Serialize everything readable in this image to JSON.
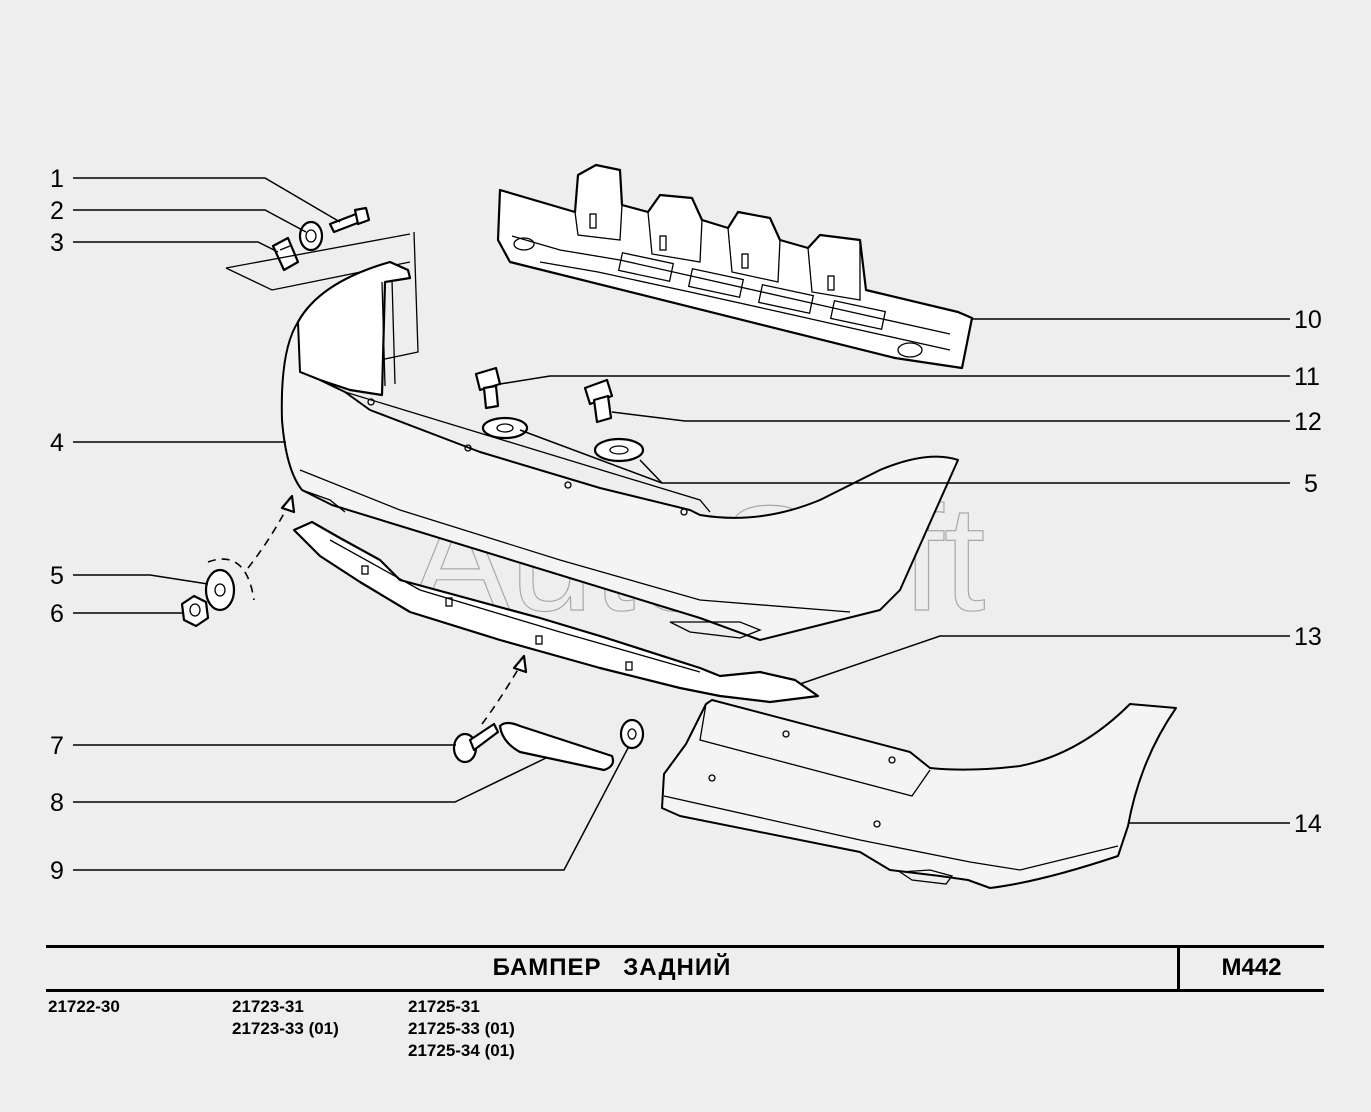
{
  "watermark": "AutoSoft",
  "title": "БАМПЕР   ЗАДНИЙ",
  "code": "M442",
  "callouts": {
    "c1": "1",
    "c2": "2",
    "c3": "3",
    "c4": "4",
    "c5a": "5",
    "c6": "6",
    "c7": "7",
    "c8": "8",
    "c9": "9",
    "c10": "10",
    "c11": "11",
    "c12": "12",
    "c5b": "5",
    "c13": "13",
    "c14": "14"
  },
  "models": {
    "col1": [
      "21722-30"
    ],
    "col2": [
      "21723-31",
      "21723-33 (01)"
    ],
    "col3": [
      "21725-31",
      "21725-33 (01)",
      "21725-34 (01)"
    ]
  }
}
